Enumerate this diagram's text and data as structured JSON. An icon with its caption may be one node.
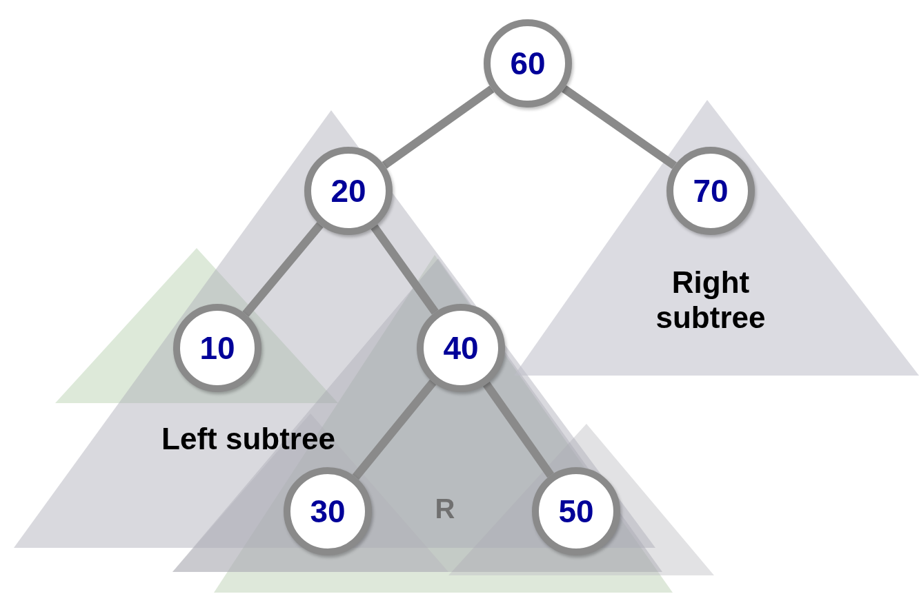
{
  "diagram": {
    "nodes": [
      {
        "text": [
          "60"
        ]
      },
      {
        "text": [
          "20"
        ]
      },
      {
        "text": [
          "70"
        ]
      },
      {
        "text": [
          "10"
        ]
      },
      {
        "text": [
          "40"
        ]
      },
      {
        "text": [
          "30"
        ]
      },
      {
        "text": [
          "50"
        ]
      }
    ],
    "edges": [
      {
        "from": 0,
        "to": 1,
        "arrow": "none"
      },
      {
        "from": 0,
        "to": 2,
        "arrow": "none"
      },
      {
        "from": 1,
        "to": 3,
        "arrow": "none"
      },
      {
        "from": 1,
        "to": 4,
        "arrow": "none"
      },
      {
        "from": 4,
        "to": 5,
        "arrow": "none"
      },
      {
        "from": 4,
        "to": 6,
        "arrow": "none"
      }
    ],
    "labels": [
      "Right subtree",
      "Left subtree",
      "R"
    ]
  }
}
